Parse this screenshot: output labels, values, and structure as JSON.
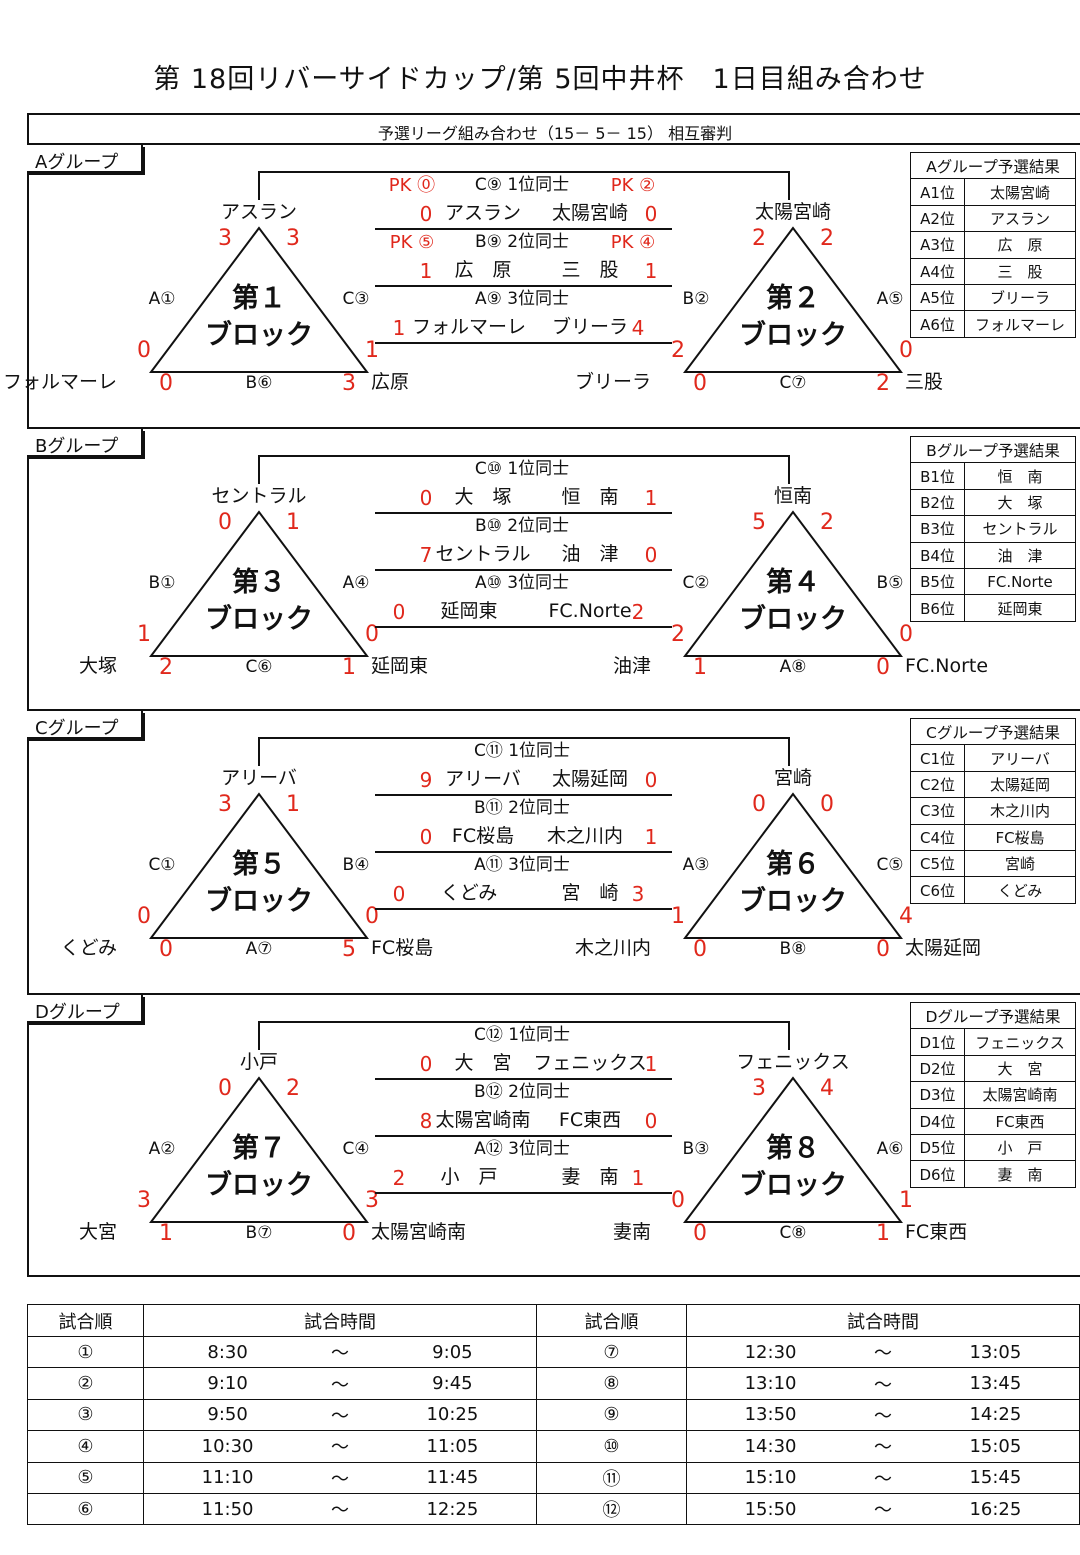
{
  "title": "第 18回リバーサイドカップ/第 5回中井杯　1日目組み合わせ",
  "subtitle": "予選リーグ組み合わせ（15－ 5－ 15）  相互審判",
  "groups": [
    {
      "label": "Aグループ",
      "results_header": "Aグループ予選結果",
      "results": [
        [
          "A1位",
          "太陽宮崎"
        ],
        [
          "A2位",
          "アスラン"
        ],
        [
          "A3位",
          "広　原"
        ],
        [
          "A4位",
          "三　股"
        ],
        [
          "A5位",
          "ブリーラ"
        ],
        [
          "A6位",
          "フォルマーレ"
        ]
      ],
      "left_block": {
        "name": "第１\nブロック",
        "line1": "第１",
        "line2": "ブロック",
        "top_team": "アスラン",
        "left_team": "フォルマーレ",
        "right_team": "広原",
        "top_l": "3",
        "top_r": "3",
        "left_v": "0",
        "right_v": "1",
        "bot_l": "0",
        "bot_r": "3",
        "lm": "A①",
        "rm": "C③",
        "bm": "B⑥"
      },
      "right_block": {
        "line1": "第２",
        "line2": "ブロック",
        "top_team": "太陽宮崎",
        "left_team": "ブリーラ",
        "right_team": "三股",
        "top_l": "2",
        "top_r": "2",
        "left_v": "2",
        "right_v": "0",
        "bot_l": "0",
        "bot_r": "2",
        "lm": "B②",
        "rm": "A⑤",
        "bm": "C⑦"
      },
      "matches": [
        {
          "header": "C⑨ 1位同士",
          "pk_l": "PK ⓪",
          "pk_r": "PK ②",
          "s1": "0",
          "t1": "アスラン",
          "t2": "太陽宮崎",
          "s2": "0"
        },
        {
          "header": "B⑨ 2位同士",
          "pk_l": "PK ⑤",
          "pk_r": "PK ④",
          "s1": "1",
          "t1": "広　原",
          "t2": "三　股",
          "s2": "1"
        },
        {
          "header": "A⑨ 3位同士",
          "pk_l": "",
          "pk_r": "",
          "s1": "1",
          "t1": "フォルマーレ",
          "t2": "ブリーラ",
          "s2": "4"
        }
      ]
    },
    {
      "label": "Bグループ",
      "results_header": "Bグループ予選結果",
      "results": [
        [
          "B1位",
          "恒　南"
        ],
        [
          "B2位",
          "大　塚"
        ],
        [
          "B3位",
          "セントラル"
        ],
        [
          "B4位",
          "油　津"
        ],
        [
          "B5位",
          "FC.Norte"
        ],
        [
          "B6位",
          "延岡東"
        ]
      ],
      "left_block": {
        "line1": "第３",
        "line2": "ブロック",
        "top_team": "セントラル",
        "left_team": "大塚",
        "right_team": "延岡東",
        "top_l": "0",
        "top_r": "1",
        "left_v": "1",
        "right_v": "0",
        "bot_l": "2",
        "bot_r": "1",
        "lm": "B①",
        "rm": "A④",
        "bm": "C⑥"
      },
      "right_block": {
        "line1": "第４",
        "line2": "ブロック",
        "top_team": "恒南",
        "left_team": "油津",
        "right_team": "FC.Norte",
        "top_l": "5",
        "top_r": "2",
        "left_v": "2",
        "right_v": "0",
        "bot_l": "1",
        "bot_r": "0",
        "lm": "C②",
        "rm": "B⑤",
        "bm": "A⑧"
      },
      "matches": [
        {
          "header": "C⑩ 1位同士",
          "pk_l": "",
          "pk_r": "",
          "s1": "0",
          "t1": "大　塚",
          "t2": "恒　南",
          "s2": "1"
        },
        {
          "header": "B⑩ 2位同士",
          "pk_l": "",
          "pk_r": "",
          "s1": "7",
          "t1": "セントラル",
          "t2": "油　津",
          "s2": "0"
        },
        {
          "header": "A⑩ 3位同士",
          "pk_l": "",
          "pk_r": "",
          "s1": "0",
          "t1": "延岡東",
          "t2": "FC.Norte",
          "s2": "2"
        }
      ]
    },
    {
      "label": "Cグループ",
      "results_header": "Cグループ予選結果",
      "results": [
        [
          "C1位",
          "アリーバ"
        ],
        [
          "C2位",
          "太陽延岡"
        ],
        [
          "C3位",
          "木之川内"
        ],
        [
          "C4位",
          "FC桜島"
        ],
        [
          "C5位",
          "宮崎"
        ],
        [
          "C6位",
          "くどみ"
        ]
      ],
      "left_block": {
        "line1": "第５",
        "line2": "ブロック",
        "top_team": "アリーバ",
        "left_team": "くどみ",
        "right_team": "FC桜島",
        "top_l": "3",
        "top_r": "1",
        "left_v": "0",
        "right_v": "0",
        "bot_l": "0",
        "bot_r": "5",
        "lm": "C①",
        "rm": "B④",
        "bm": "A⑦"
      },
      "right_block": {
        "line1": "第６",
        "line2": "ブロック",
        "top_team": "宮崎",
        "left_team": "木之川内",
        "right_team": "太陽延岡",
        "top_l": "0",
        "top_r": "0",
        "left_v": "1",
        "right_v": "4",
        "bot_l": "0",
        "bot_r": "0",
        "lm": "A③",
        "rm": "C⑤",
        "bm": "B⑧"
      },
      "matches": [
        {
          "header": "C⑪ 1位同士",
          "pk_l": "",
          "pk_r": "",
          "s1": "9",
          "t1": "アリーバ",
          "t2": "太陽延岡",
          "s2": "0"
        },
        {
          "header": "B⑪ 2位同士",
          "pk_l": "",
          "pk_r": "",
          "s1": "0",
          "t1": "FC桜島",
          "t2": "木之川内",
          "s2": "1"
        },
        {
          "header": "A⑪ 3位同士",
          "pk_l": "",
          "pk_r": "",
          "s1": "0",
          "t1": "くどみ",
          "t2": "宮　崎",
          "s2": "3"
        }
      ]
    },
    {
      "label": "Dグループ",
      "results_header": "Dグループ予選結果",
      "results": [
        [
          "D1位",
          "フェニックス"
        ],
        [
          "D2位",
          "大　宮"
        ],
        [
          "D3位",
          "太陽宮崎南"
        ],
        [
          "D4位",
          "FC東西"
        ],
        [
          "D5位",
          "小　戸"
        ],
        [
          "D6位",
          "妻　南"
        ]
      ],
      "left_block": {
        "line1": "第７",
        "line2": "ブロック",
        "top_team": "小戸",
        "left_team": "大宮",
        "right_team": "太陽宮崎南",
        "top_l": "0",
        "top_r": "2",
        "left_v": "3",
        "right_v": "3",
        "bot_l": "1",
        "bot_r": "0",
        "lm": "A②",
        "rm": "C④",
        "bm": "B⑦"
      },
      "right_block": {
        "line1": "第８",
        "line2": "ブロック",
        "top_team": "フェニックス",
        "left_team": "妻南",
        "right_team": "FC東西",
        "top_l": "3",
        "top_r": "4",
        "left_v": "0",
        "right_v": "1",
        "bot_l": "0",
        "bot_r": "1",
        "lm": "B③",
        "rm": "A⑥",
        "bm": "C⑧"
      },
      "matches": [
        {
          "header": "C⑫ 1位同士",
          "pk_l": "",
          "pk_r": "",
          "s1": "0",
          "t1": "大　宮",
          "t2": "フェニックス",
          "s2": "1"
        },
        {
          "header": "B⑫ 2位同士",
          "pk_l": "",
          "pk_r": "",
          "s1": "8",
          "t1": "太陽宮崎南",
          "t2": "FC東西",
          "s2": "0"
        },
        {
          "header": "A⑫ 3位同士",
          "pk_l": "",
          "pk_r": "",
          "s1": "2",
          "t1": "小　戸",
          "t2": "妻　南",
          "s2": "1"
        }
      ]
    }
  ],
  "schedule": {
    "col_order": "試合順",
    "col_time": "試合時間",
    "tilde": "～",
    "left": [
      [
        "①",
        "8:30",
        "9:05"
      ],
      [
        "②",
        "9:10",
        "9:45"
      ],
      [
        "③",
        "9:50",
        "10:25"
      ],
      [
        "④",
        "10:30",
        "11:05"
      ],
      [
        "⑤",
        "11:10",
        "11:45"
      ],
      [
        "⑥",
        "11:50",
        "12:25"
      ]
    ],
    "right": [
      [
        "⑦",
        "12:30",
        "13:05"
      ],
      [
        "⑧",
        "13:10",
        "13:45"
      ],
      [
        "⑨",
        "13:50",
        "14:25"
      ],
      [
        "⑩",
        "14:30",
        "15:05"
      ],
      [
        "⑪",
        "15:10",
        "15:45"
      ],
      [
        "⑫",
        "15:50",
        "16:25"
      ]
    ]
  },
  "colors": {
    "score": "#e0281c",
    "ink": "#111111"
  }
}
